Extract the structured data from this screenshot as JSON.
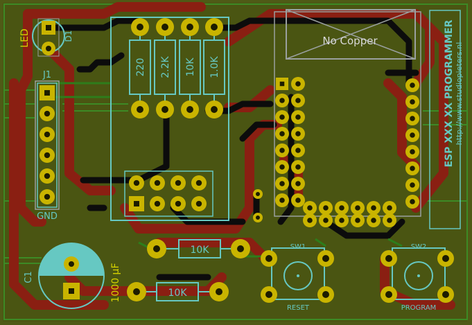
{
  "colors": {
    "board_bg": "#4f5a16",
    "copper_top": "#8a1f12",
    "copper_bottom": "#2f3a09",
    "gnd_fill": "#48550f",
    "track_black": "#0c0c0c",
    "track_green": "#2e7d1b",
    "pad_gold": "#c9b400",
    "pad_dark": "#1c1c00",
    "silk_yellow": "#d4d100",
    "outline_cyan": "#66c8c2",
    "outline_gray": "#9aa0a0",
    "text_white": "#e8e8e8"
  },
  "board": {
    "side_title": "ESP XXX XX PROGRAMMER",
    "side_url": "http://www.studiopieters.nl"
  },
  "keepout": {
    "label": "No Copper"
  },
  "led": {
    "label": "LED",
    "ref": "D1"
  },
  "header_j1": {
    "ref": "J1",
    "gnd_label": "GND"
  },
  "resistors_top": [
    {
      "value": "220"
    },
    {
      "value": "2.2K"
    },
    {
      "value": "10K"
    },
    {
      "value": "1.0K"
    }
  ],
  "resistors_bottom": [
    {
      "value": "10K"
    },
    {
      "value": "10K"
    }
  ],
  "capacitor": {
    "ref": "C1",
    "value": "1000 µF"
  },
  "switches": [
    {
      "ref": "SW1",
      "label": "RESET"
    },
    {
      "ref": "SW2",
      "label": "PROGRAM"
    }
  ]
}
